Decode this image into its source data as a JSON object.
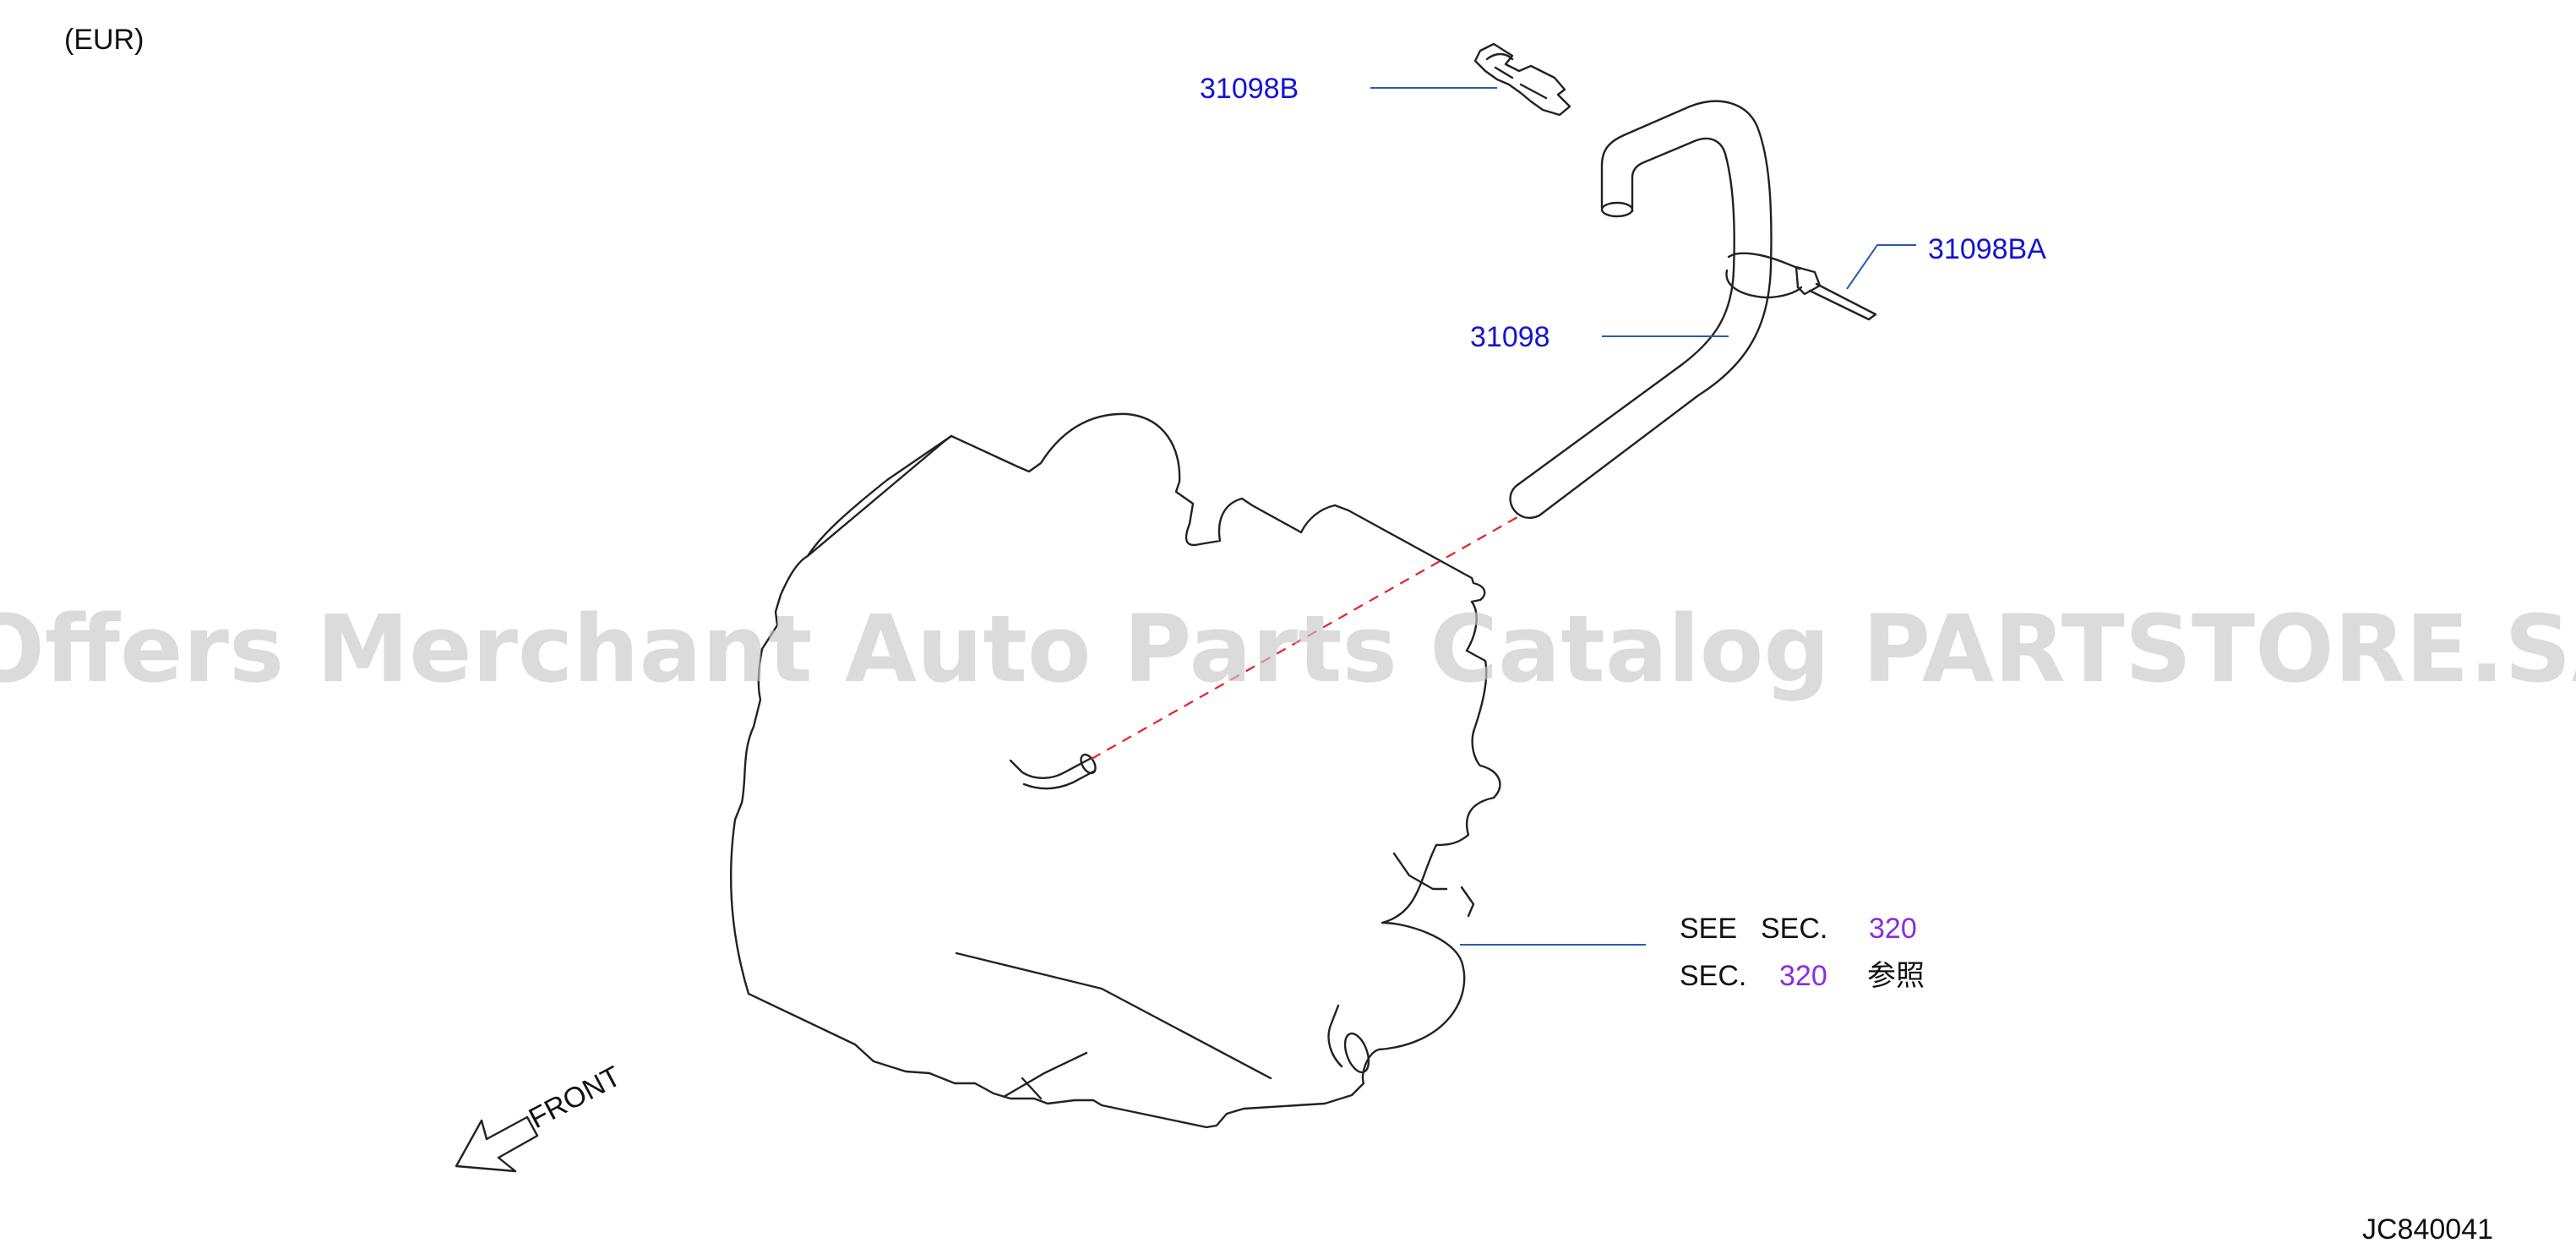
{
  "region_label": "(EUR)",
  "parts": [
    {
      "id": "31098B",
      "color": "#1414d2"
    },
    {
      "id": "31098BA",
      "color": "#1414d2"
    },
    {
      "id": "31098",
      "color": "#1414d2"
    }
  ],
  "reference": {
    "line1_prefix": "SEE",
    "line1_sec": "SEC.",
    "line1_number": "320",
    "line2_sec": "SEC.",
    "line2_number": "320",
    "line2_suffix": "参照",
    "number_color": "#8a2be2"
  },
  "front_label": "FRONT",
  "diagram_code": "JC840041",
  "watermark": "Offers Merchant Auto Parts Catalog PARTSTORE.SA"
}
